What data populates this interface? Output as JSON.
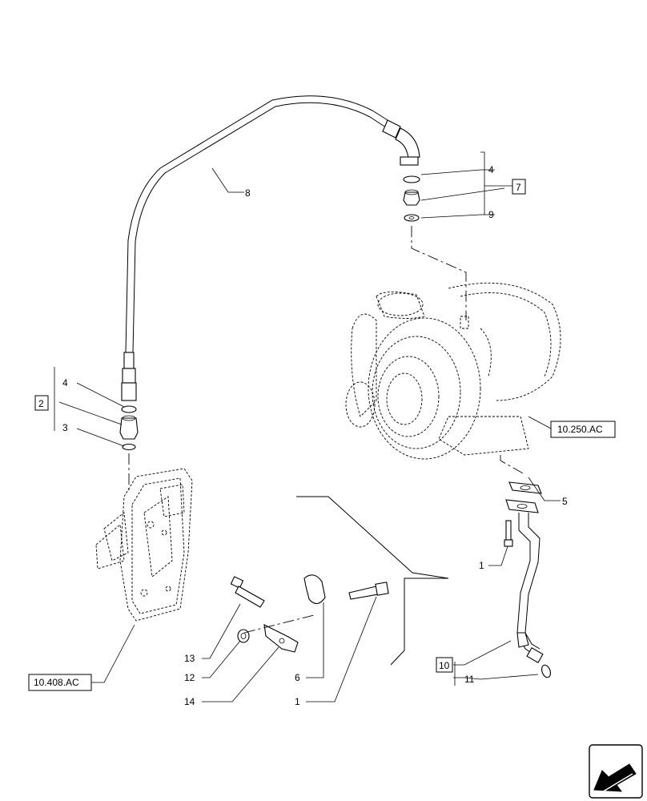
{
  "callouts": {
    "c8": "8",
    "c4_top": "4",
    "c9": "9",
    "c7": "7",
    "c4_left": "4",
    "c2": "2",
    "c3": "3",
    "c5": "5",
    "c1_right": "1",
    "c13": "13",
    "c12": "12",
    "c14": "14",
    "c6": "6",
    "c1_bottom": "1",
    "c10": "10",
    "c11": "11"
  },
  "references": {
    "turbo": "10.250.AC",
    "housing": "10.408.AC"
  },
  "icons": {
    "nav": "navigation-arrow-icon"
  }
}
